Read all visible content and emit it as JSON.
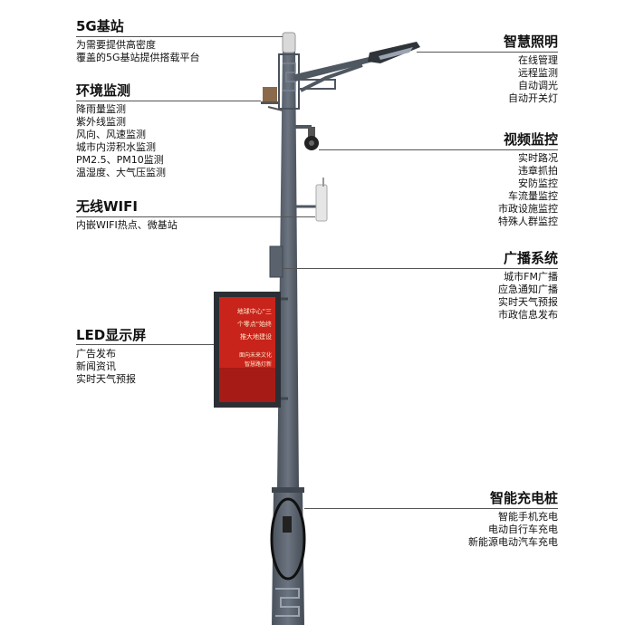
{
  "features": {
    "g5": {
      "title": "5G基站",
      "items": [
        "为需要提供高密度",
        "覆盖的5G基站提供搭载平台"
      ]
    },
    "env": {
      "title": "环境监测",
      "items": [
        "降雨量监测",
        "紫外线监测",
        "风向、风速监测",
        "城市内涝积水监测",
        "PM2.5、PM10监测",
        "温湿度、大气压监测"
      ]
    },
    "wifi": {
      "title": "无线WIFI",
      "items": [
        "内嵌WIFI热点、微基站"
      ]
    },
    "led": {
      "title": "LED显示屏",
      "items": [
        "广告发布",
        "新闻资讯",
        "实时天气预报"
      ]
    },
    "lighting": {
      "title": "智慧照明",
      "items": [
        "在线管理",
        "远程监测",
        "自动调光",
        "自动开关灯"
      ]
    },
    "video": {
      "title": "视频监控",
      "items": [
        "实时路况",
        "违章抓拍",
        "安防监控",
        "车流量监控",
        "市政设施监控",
        "特殊人群监控"
      ]
    },
    "broadcast": {
      "title": "广播系统",
      "items": [
        "城市FM广播",
        "应急通知广播",
        "实时天气预报",
        "市政信息发布"
      ]
    },
    "charging": {
      "title": "智能充电桩",
      "items": [
        "智能手机充电",
        "电动自行车充电",
        "新能源电动汽车充电"
      ]
    }
  },
  "screen": {
    "lines": [
      "地球中心\"三",
      "个零点\"始终",
      "推大地建设",
      "面向未来文化",
      "智慧路灯新"
    ]
  },
  "colors": {
    "pole": "#5b6470",
    "pole_dark": "#3f464f",
    "screen": "#c8241c",
    "line": "#555555"
  }
}
